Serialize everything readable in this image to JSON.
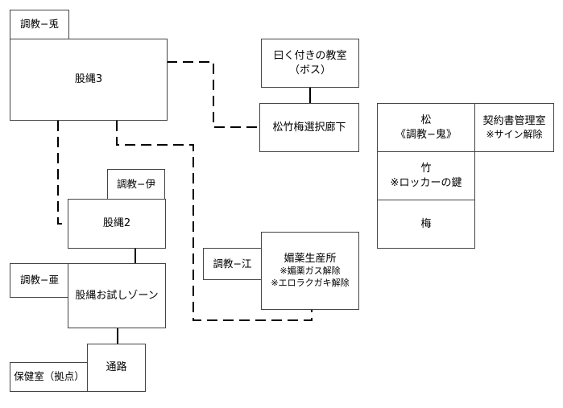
{
  "rooms": {
    "chokyo_to": "調教−兎",
    "matanawa3": "股縄3",
    "cursed_line1": "曰く付きの教室",
    "cursed_line2": "（ボス）",
    "corridor": "松竹梅選択廊下",
    "chokyo_i": "調教−伊",
    "matanawa2": "股縄2",
    "chokyo_a": "調教−亜",
    "trial_zone": "股縄お試しゾーン",
    "tsuro": "通路",
    "hokenshitsu": "保健室（拠点）",
    "chokyo_e": "調教−江",
    "biyaku_title": "媚薬生産所",
    "biyaku_note1": "※媚薬ガス解除",
    "biyaku_note2": "※エロラクガキ解除",
    "matsu_line1": "松",
    "matsu_line2": "《調教−鬼》",
    "contract_line1": "契約書管理室",
    "contract_line2": "※サイン解除",
    "take_line1": "竹",
    "take_line2": "※ロッカーの鍵",
    "ume": "梅"
  }
}
